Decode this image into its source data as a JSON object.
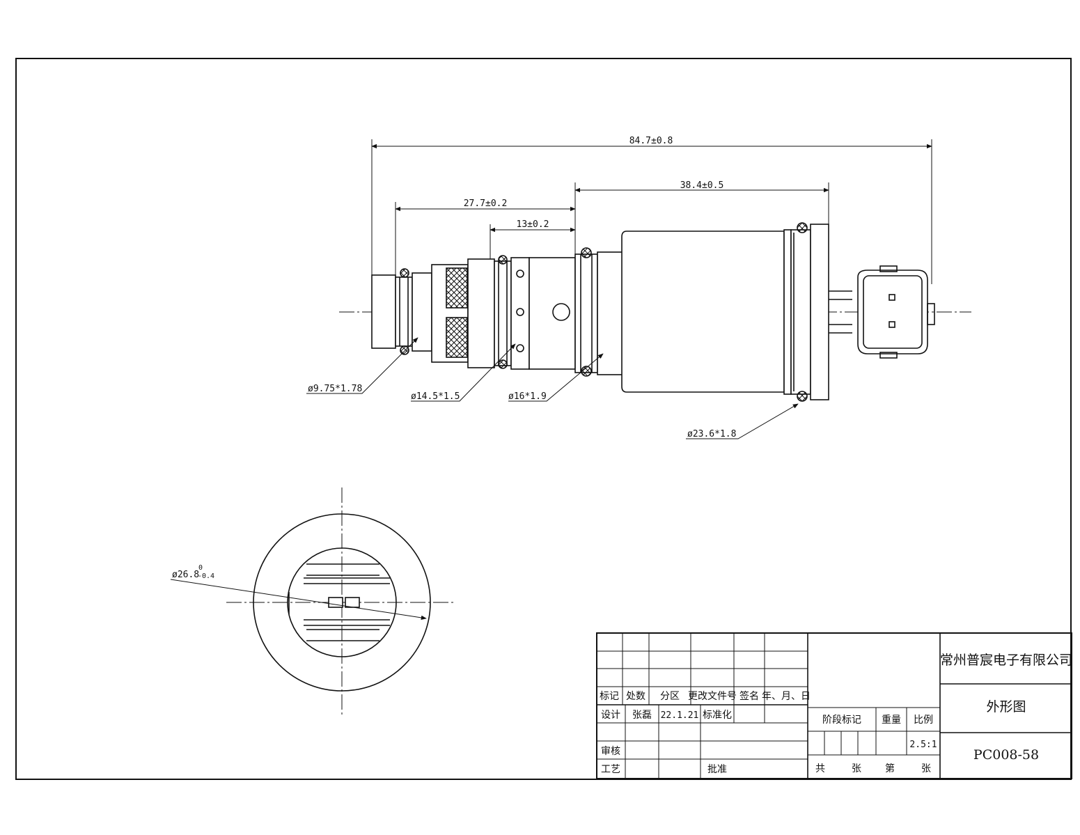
{
  "dimensions": {
    "overall_length": "84.7±0.8",
    "coil_length": "38.4±0.5",
    "valve_length": "27.7±0.2",
    "seat_length": "13±0.2",
    "oring_1": "ø9.75*1.78",
    "oring_2": "ø14.5*1.5",
    "oring_3": "ø16*1.9",
    "oring_4": "ø23.6*1.8",
    "end_diameter": "ø26.8",
    "end_tol_upper": "0",
    "end_tol_lower": "-0.4"
  },
  "title_block": {
    "headers": [
      "标记",
      "处数",
      "分区",
      "更改文件号",
      "签名",
      "年、月、日"
    ],
    "design_label": "设计",
    "designer": "张磊",
    "design_date": "22.1.21",
    "standardize_label": "标准化",
    "review_label": "审核",
    "process_label": "工艺",
    "approve_label": "批准",
    "stage_label": "阶段标记",
    "weight_label": "重量",
    "scale_label": "比例",
    "scale_value": "2.5:1",
    "total_label": "共",
    "sheets_label": "张",
    "sheet_no_label": "第",
    "sheet_label": "张",
    "company": "常州普宸电子有限公司",
    "drawing_title": "外形图",
    "drawing_number": "PC008-58"
  }
}
